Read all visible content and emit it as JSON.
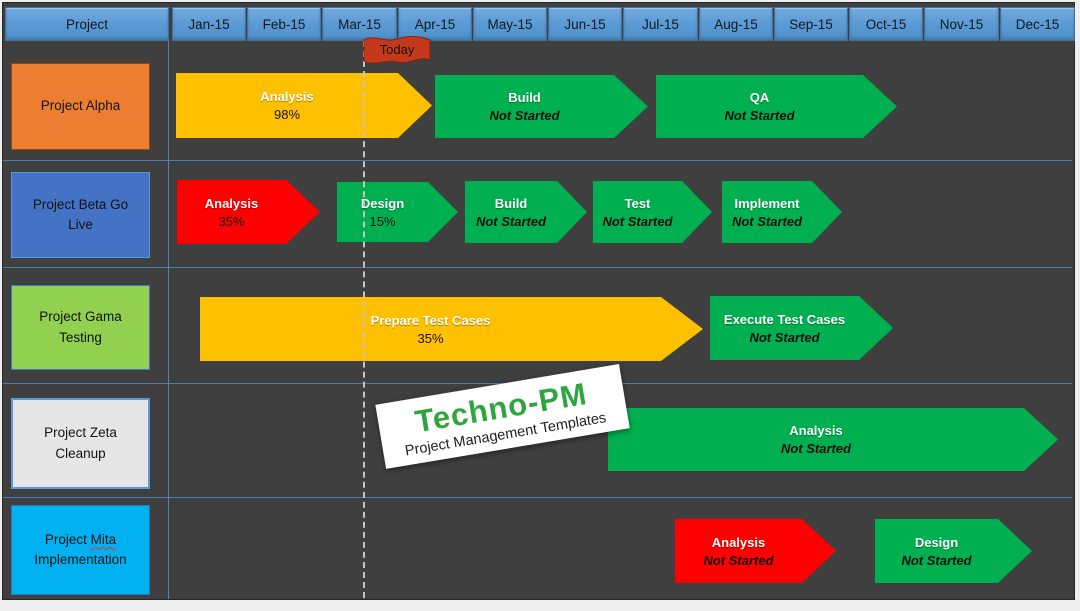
{
  "header": {
    "project_label": "Project",
    "months": [
      "Jan-15",
      "Feb-15",
      "Mar-15",
      "Apr-15",
      "May-15",
      "Jun-15",
      "Jul-15",
      "Aug-15",
      "Sep-15",
      "Oct-15",
      "Nov-15",
      "Dec-15"
    ],
    "today_label": "Today"
  },
  "watermark": {
    "title": "Techno-PM",
    "subtitle": "Project Management Templates"
  },
  "colors": {
    "background": "#3F3F3F",
    "header_blue": "#5B9BD5",
    "grid_line_blue": "#4A7FB5",
    "in_progress_yellow": "#FFC000",
    "not_started_green": "#00B050",
    "late_red": "#FF0000",
    "today_flag": "#C5391B"
  },
  "projects": [
    {
      "name": "Project Alpha",
      "color": "#ED7D31",
      "tasks": [
        {
          "label": "Analysis",
          "status": "98%",
          "color": "#FFC000"
        },
        {
          "label": "Build",
          "status": "Not Started",
          "color": "#00B050"
        },
        {
          "label": "QA",
          "status": "Not Started",
          "color": "#00B050"
        }
      ]
    },
    {
      "name": "Project Beta Go Live",
      "color": "#4472C4",
      "tasks": [
        {
          "label": "Analysis",
          "status": "35%",
          "color": "#FF0000"
        },
        {
          "label": "Design",
          "status": "15%",
          "color": "#00B050"
        },
        {
          "label": "Build",
          "status": "Not Started",
          "color": "#00B050"
        },
        {
          "label": "Test",
          "status": "Not Started",
          "color": "#00B050"
        },
        {
          "label": "Implement",
          "status": "Not Started",
          "color": "#00B050"
        }
      ]
    },
    {
      "name": "Project Gama Testing",
      "color": "#92D050",
      "tasks": [
        {
          "label": "Prepare Test Cases",
          "status": "35%",
          "color": "#FFC000"
        },
        {
          "label": "Execute Test Cases",
          "status": "Not Started",
          "color": "#00B050"
        }
      ]
    },
    {
      "name": "Project Zeta Cleanup",
      "color": "#E7E6E6",
      "tasks": [
        {
          "label": "Analysis",
          "status": "Not Started",
          "color": "#00B050"
        }
      ]
    },
    {
      "name_prefix": "Project",
      "misspelled_word": "Mita",
      "name_rest": "Implementation",
      "color": "#00B0F0",
      "tasks": [
        {
          "label": "Analysis",
          "status": "Not Started",
          "color": "#FF0000"
        },
        {
          "label": "Design",
          "status": "Not Started",
          "color": "#00B050"
        }
      ]
    }
  ],
  "chart_data": {
    "type": "bar",
    "subtype": "gantt-roadmap",
    "title": "Project roadmap Jan-15 to Dec-15",
    "x_axis": {
      "unit": "month",
      "labels": [
        "Jan-15",
        "Feb-15",
        "Mar-15",
        "Apr-15",
        "May-15",
        "Jun-15",
        "Jul-15",
        "Aug-15",
        "Sep-15",
        "Oct-15",
        "Nov-15",
        "Dec-15"
      ],
      "range_month_offsets": [
        0,
        12
      ]
    },
    "today_marker": {
      "label": "Today",
      "month_offset": 2.6
    },
    "series": [
      {
        "project": "Project Alpha",
        "tasks": [
          {
            "label": "Analysis",
            "progress": "98%",
            "start": 0.1,
            "end": 3.5,
            "color": "#FFC000"
          },
          {
            "label": "Build",
            "progress": "Not Started",
            "start": 3.5,
            "end": 6.3,
            "color": "#00B050"
          },
          {
            "label": "QA",
            "progress": "Not Started",
            "start": 6.4,
            "end": 9.6,
            "color": "#00B050"
          }
        ]
      },
      {
        "project": "Project Beta Go Live",
        "tasks": [
          {
            "label": "Analysis",
            "progress": "35%",
            "start": 0.1,
            "end": 2.0,
            "color": "#FF0000"
          },
          {
            "label": "Design",
            "progress": "15%",
            "start": 2.2,
            "end": 3.8,
            "color": "#00B050"
          },
          {
            "label": "Build",
            "progress": "Not Started",
            "start": 3.9,
            "end": 5.5,
            "color": "#00B050"
          },
          {
            "label": "Test",
            "progress": "Not Started",
            "start": 5.6,
            "end": 7.2,
            "color": "#00B050"
          },
          {
            "label": "Implement",
            "progress": "Not Started",
            "start": 7.3,
            "end": 8.9,
            "color": "#00B050"
          }
        ]
      },
      {
        "project": "Project Gama Testing",
        "tasks": [
          {
            "label": "Prepare Test Cases",
            "progress": "35%",
            "start": 0.4,
            "end": 7.1,
            "color": "#FFC000"
          },
          {
            "label": "Execute Test Cases",
            "progress": "Not Started",
            "start": 7.1,
            "end": 9.6,
            "color": "#00B050"
          }
        ]
      },
      {
        "project": "Project Zeta Cleanup",
        "tasks": [
          {
            "label": "Analysis",
            "progress": "Not Started",
            "start": 5.8,
            "end": 11.8,
            "color": "#00B050"
          }
        ]
      },
      {
        "project": "Project Mita Implementation",
        "tasks": [
          {
            "label": "Analysis",
            "progress": "Not Started",
            "start": 6.7,
            "end": 8.8,
            "color": "#FF0000"
          },
          {
            "label": "Design",
            "progress": "Not Started",
            "start": 9.3,
            "end": 11.4,
            "color": "#00B050"
          }
        ]
      }
    ]
  }
}
